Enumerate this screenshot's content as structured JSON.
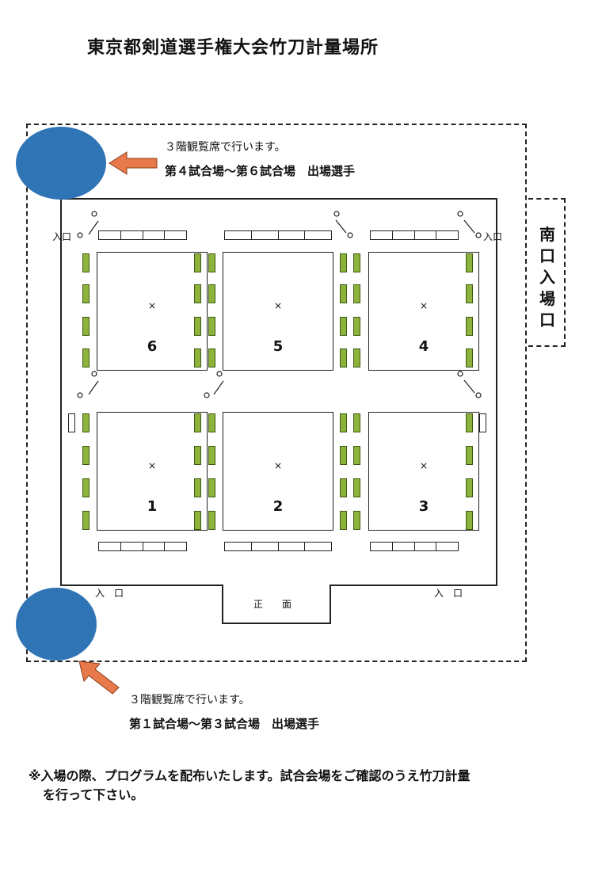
{
  "title": "東京都剣道選手権大会竹刀計量場所",
  "top_note": {
    "line1": "３階観覧席で行います。",
    "line2": "第４試合場～第６試合場　出場選手"
  },
  "bottom_note": {
    "line1": "３階観覧席で行います。",
    "line2": "第１試合場～第３試合場　出場選手"
  },
  "south_entrance": "南口入場口",
  "entrance_label": "入口",
  "entrance_spaced": "入　口",
  "front_label": "正　　面",
  "center_mark": "×",
  "courts": [
    {
      "number": "6"
    },
    {
      "number": "5"
    },
    {
      "number": "4"
    },
    {
      "number": "1"
    },
    {
      "number": "2"
    },
    {
      "number": "3"
    }
  ],
  "footer_line1": "※入場の際、プログラムを配布いたします。試合会場をご確認のうえ竹刀計量",
  "footer_line2": "を行って下さい。",
  "colors": {
    "marker": "#2f74b5",
    "arrow": "#e8794a",
    "bench": "#8db33c"
  }
}
